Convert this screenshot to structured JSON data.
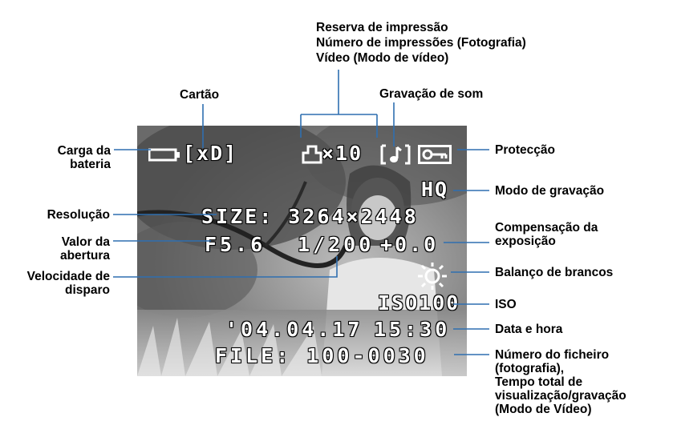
{
  "labels": {
    "reserva": "Reserva de impressão",
    "numero_impressoes": "Número de impressões (Fotografia)",
    "video_modo": "Vídeo (Modo de vídeo)",
    "cartao": "Cartão",
    "gravacao_som": "Gravação de som",
    "carga_bateria_1": "Carga da",
    "carga_bateria_2": "bateria",
    "proteccao": "Protecção",
    "modo_gravacao": "Modo de gravação",
    "resolucao": "Resolução",
    "compensacao_1": "Compensação da",
    "compensacao_2": "exposição",
    "valor_abertura_1": "Valor da",
    "valor_abertura_2": "abertura",
    "velocidade_1": "Velocidade de",
    "velocidade_2": "disparo",
    "balanco": "Balanço de brancos",
    "iso": "ISO",
    "data_hora": "Data e hora",
    "ficheiro_1": "Número do ficheiro",
    "ficheiro_2": "(fotografia),",
    "ficheiro_3": "Tempo total de",
    "ficheiro_4": "visualização/gravação",
    "ficheiro_5": "(Modo de Vídeo)"
  },
  "screen": {
    "card": "[xD]",
    "prints": "×10",
    "mode": "HQ",
    "size": "SIZE: 3264×2448",
    "aperture": "F5.6",
    "shutter": "1/200",
    "exposure": "+0.0",
    "iso": "ISO100",
    "date": "'04.04.17",
    "time": "15:30",
    "file": "FILE: 100-0030"
  },
  "colors": {
    "line": "#2f6fb0",
    "osd_text": "#ffffff"
  },
  "icons": [
    "battery-icon",
    "print-reserve-icon",
    "sound-record-icon",
    "protect-key-icon",
    "sun-white-balance-icon"
  ]
}
